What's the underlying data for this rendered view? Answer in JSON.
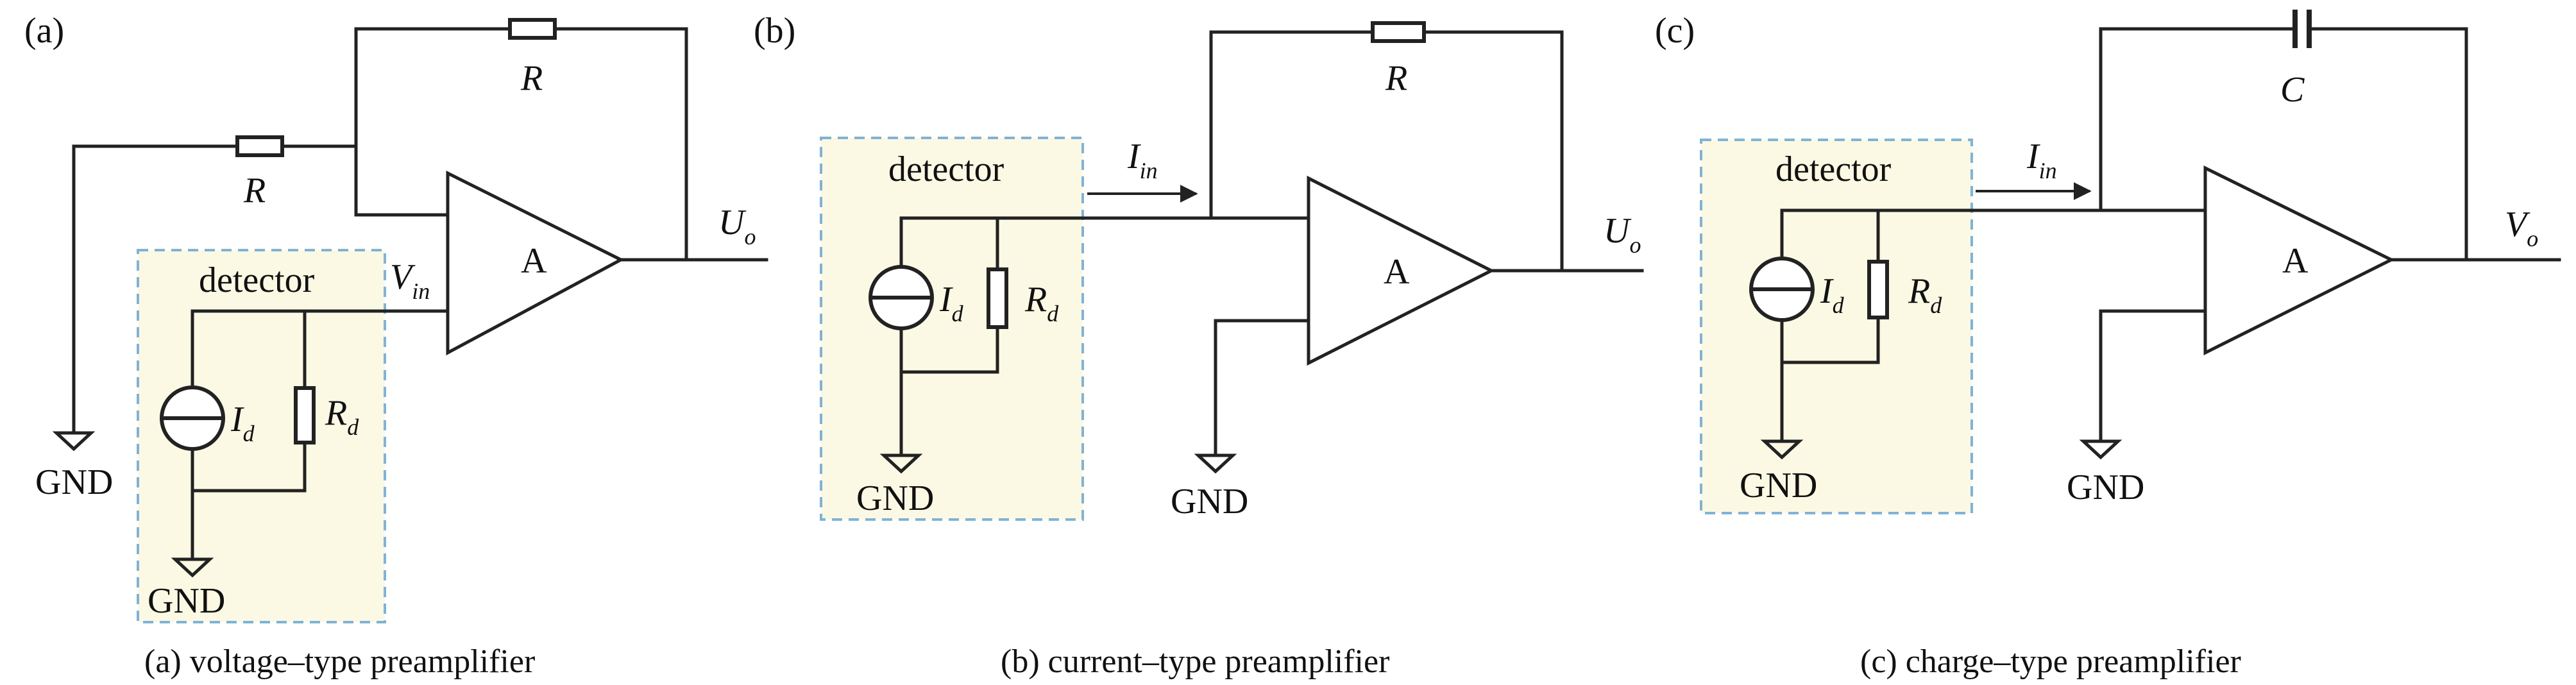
{
  "panels": [
    {
      "letter": "(a)",
      "caption": "(a) voltage–type preamplifier",
      "box_label": "detector",
      "amp_label": "A",
      "feedback_label": "R",
      "input_resistor_label": "R",
      "input_label": "V",
      "input_sub": "in",
      "output_label": "U",
      "output_sub": "o",
      "source_label": "I",
      "source_sub": "d",
      "shunt_label": "R",
      "shunt_sub": "d",
      "gnd_labels": [
        "GND",
        "GND"
      ]
    },
    {
      "letter": "(b)",
      "caption": "(b) current–type preamplifier",
      "box_label": "detector",
      "amp_label": "A",
      "feedback_label": "R",
      "input_label": "I",
      "input_sub": "in",
      "output_label": "U",
      "output_sub": "o",
      "source_label": "I",
      "source_sub": "d",
      "shunt_label": "R",
      "shunt_sub": "d",
      "gnd_labels": [
        "GND",
        "GND"
      ]
    },
    {
      "letter": "(c)",
      "caption": "(c) charge–type preamplifier",
      "box_label": "detector",
      "amp_label": "A",
      "feedback_label": "C",
      "input_label": "I",
      "input_sub": "in",
      "output_label": "V",
      "output_sub": "o",
      "source_label": "I",
      "source_sub": "d",
      "shunt_label": "R",
      "shunt_sub": "d",
      "gnd_labels": [
        "GND",
        "GND"
      ]
    }
  ]
}
